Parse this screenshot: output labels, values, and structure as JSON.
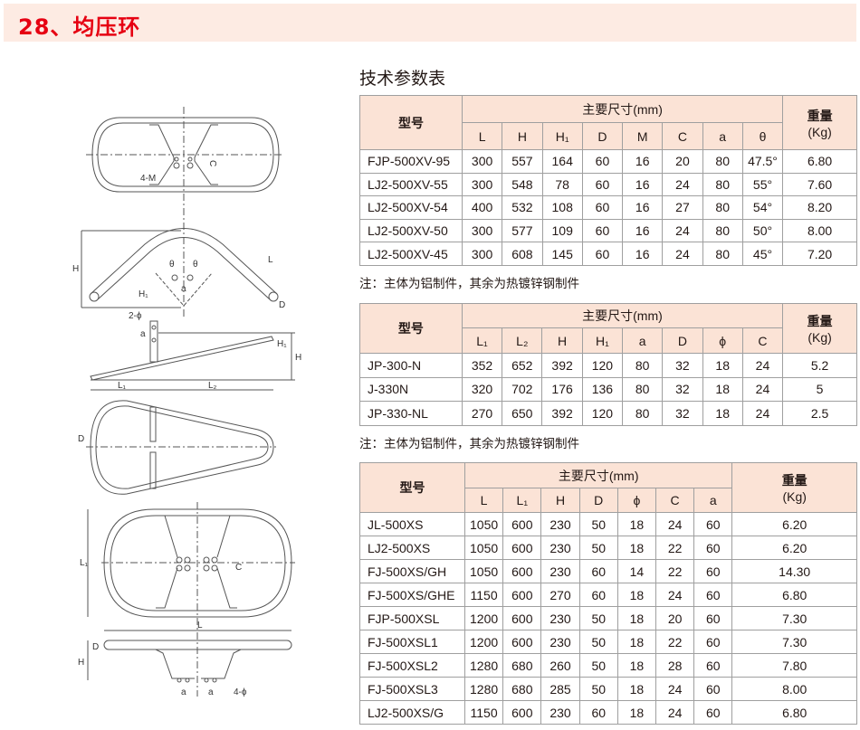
{
  "header": {
    "title": "28、均压环"
  },
  "subtitle": "技术参数表",
  "table1": {
    "model_label": "型号",
    "dims_label": "主要尺寸(mm)",
    "weight_label": "重量",
    "weight_unit": "(Kg)",
    "columns": [
      "L",
      "H",
      "H₁",
      "D",
      "M",
      "C",
      "a",
      "θ"
    ],
    "rows": [
      [
        "FJP-500XV-95",
        "300",
        "557",
        "164",
        "60",
        "16",
        "20",
        "80",
        "47.5°",
        "6.80"
      ],
      [
        "LJ2-500XV-55",
        "300",
        "548",
        "78",
        "60",
        "16",
        "24",
        "80",
        "55°",
        "7.60"
      ],
      [
        "LJ2-500XV-54",
        "400",
        "532",
        "108",
        "60",
        "16",
        "27",
        "80",
        "54°",
        "8.20"
      ],
      [
        "LJ2-500XV-50",
        "300",
        "577",
        "109",
        "60",
        "16",
        "24",
        "80",
        "50°",
        "8.00"
      ],
      [
        "LJ2-500XV-45",
        "300",
        "608",
        "145",
        "60",
        "16",
        "24",
        "80",
        "45°",
        "7.20"
      ]
    ],
    "note": "注：主体为铝制件，其余为热镀锌钢制件"
  },
  "table2": {
    "model_label": "型号",
    "dims_label": "主要尺寸(mm)",
    "weight_label": "重量",
    "weight_unit": "(Kg)",
    "columns": [
      "L₁",
      "L₂",
      "H",
      "H₁",
      "a",
      "D",
      "ϕ",
      "C"
    ],
    "rows": [
      [
        "JP-300-N",
        "352",
        "652",
        "392",
        "120",
        "80",
        "32",
        "18",
        "24",
        "5.2"
      ],
      [
        "J-330N",
        "320",
        "702",
        "176",
        "136",
        "80",
        "32",
        "18",
        "24",
        "5"
      ],
      [
        "JP-330-NL",
        "270",
        "650",
        "392",
        "120",
        "80",
        "32",
        "18",
        "24",
        "2.5"
      ]
    ],
    "note": "注：主体为铝制件，其余为热镀锌钢制件"
  },
  "table3": {
    "model_label": "型号",
    "dims_label": "主要尺寸(mm)",
    "weight_label": "重量",
    "weight_unit": "(Kg)",
    "columns": [
      "L",
      "L₁",
      "H",
      "D",
      "ϕ",
      "C",
      "a"
    ],
    "rows": [
      [
        "JL-500XS",
        "1050",
        "600",
        "230",
        "50",
        "18",
        "24",
        "60",
        "6.20"
      ],
      [
        "LJ2-500XS",
        "1050",
        "600",
        "230",
        "50",
        "18",
        "22",
        "60",
        "6.20"
      ],
      [
        "FJ-500XS/GH",
        "1050",
        "600",
        "230",
        "60",
        "14",
        "22",
        "60",
        "14.30"
      ],
      [
        "FJ-500XS/GHE",
        "1150",
        "600",
        "270",
        "60",
        "18",
        "24",
        "60",
        "6.80"
      ],
      [
        "FJP-500XSL",
        "1200",
        "600",
        "230",
        "50",
        "18",
        "20",
        "60",
        "7.30"
      ],
      [
        "FJ-500XSL1",
        "1200",
        "600",
        "230",
        "50",
        "18",
        "22",
        "60",
        "7.30"
      ],
      [
        "FJ-500XSL2",
        "1280",
        "680",
        "260",
        "50",
        "18",
        "28",
        "60",
        "7.80"
      ],
      [
        "FJ-500XSL3",
        "1280",
        "680",
        "285",
        "50",
        "18",
        "24",
        "60",
        "8.00"
      ],
      [
        "LJ2-500XS/G",
        "1150",
        "600",
        "230",
        "60",
        "18",
        "24",
        "60",
        "6.80"
      ]
    ]
  },
  "drawings": {
    "d1": {
      "c": "C",
      "m": "4-M"
    },
    "d2": {
      "h": "H",
      "h1": "H₁",
      "theta": "θ",
      "a": "a",
      "l": "L",
      "d": "D"
    },
    "d3": {
      "phi": "2-ϕ",
      "a": "a",
      "h1": "H₁",
      "h": "H",
      "l1": "L₁",
      "l2": "L₂"
    },
    "d4": {
      "d": "D"
    },
    "d5": {
      "l1": "L₁",
      "c": "C",
      "l": "L"
    },
    "d6": {
      "d": "D",
      "h": "H",
      "a": "a",
      "phi": "4-ϕ"
    }
  }
}
